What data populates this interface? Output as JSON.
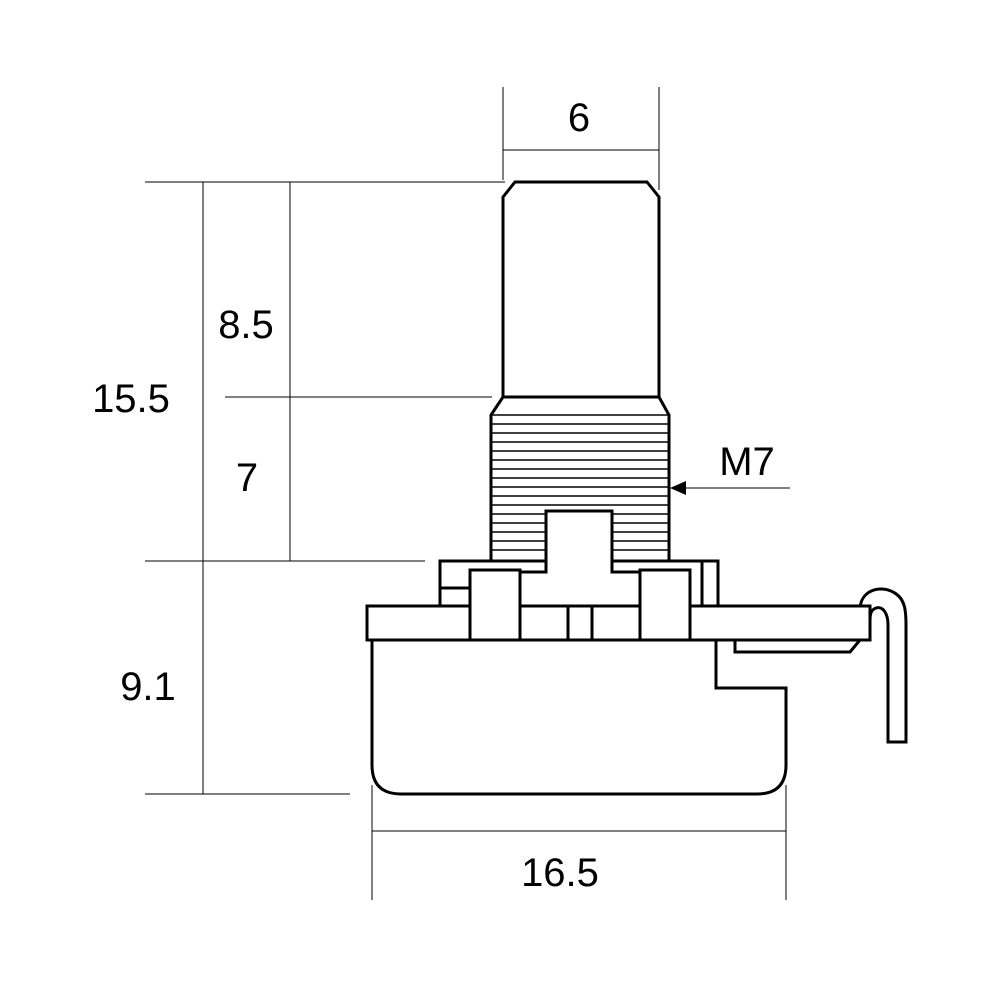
{
  "drawing": {
    "shaft_diameter": "6",
    "total_shaft_length": "15.5",
    "knurl_length": "8.5",
    "thread_length": "7",
    "body_height": "9.1",
    "body_width": "16.5",
    "thread_spec": "M7"
  }
}
